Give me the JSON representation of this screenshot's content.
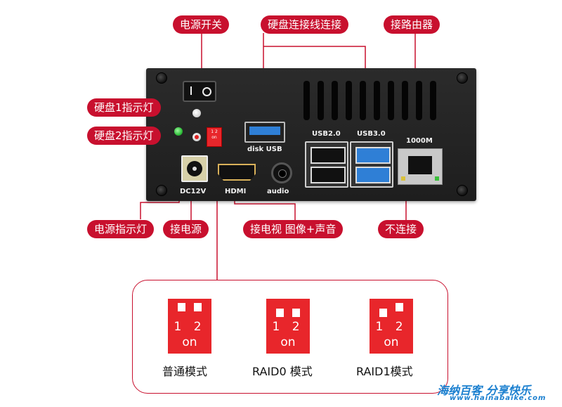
{
  "callouts": {
    "power_switch": "电源开关",
    "hdd_cable": "硬盘连接线连接",
    "router": "接路由器",
    "hdd1_led": "硬盘1指示灯",
    "hdd2_led": "硬盘2指示灯",
    "power_led": "电源指示灯",
    "power_in": "接电源",
    "tv": "接电视 图像+声音",
    "no_connect": "不连接"
  },
  "device_labels": {
    "disk_usb": "disk USB",
    "usb2": "USB2.0",
    "usb3": "USB3.0",
    "lan": "1000M",
    "dc": "DC12V",
    "hdmi": "HDMI",
    "audio": "audio",
    "dip_numbers": "1 2",
    "dip_on": "on"
  },
  "modes": [
    {
      "label": "普通模式",
      "numbers": "1 2",
      "on": "on"
    },
    {
      "label": "RAID0 模式",
      "numbers": "1 2",
      "on": "on"
    },
    {
      "label": "RAID1模式",
      "numbers": "1 2",
      "on": "on"
    }
  ],
  "watermark": {
    "title": "海纳百客 分享快乐",
    "url": "www.hainabaike.com"
  },
  "colors": {
    "accent": "#c8102e",
    "device": "#222222",
    "usb3_blue": "#2f7fd6",
    "dip_red": "#e8262b",
    "led_green": "#2fbf3a"
  }
}
